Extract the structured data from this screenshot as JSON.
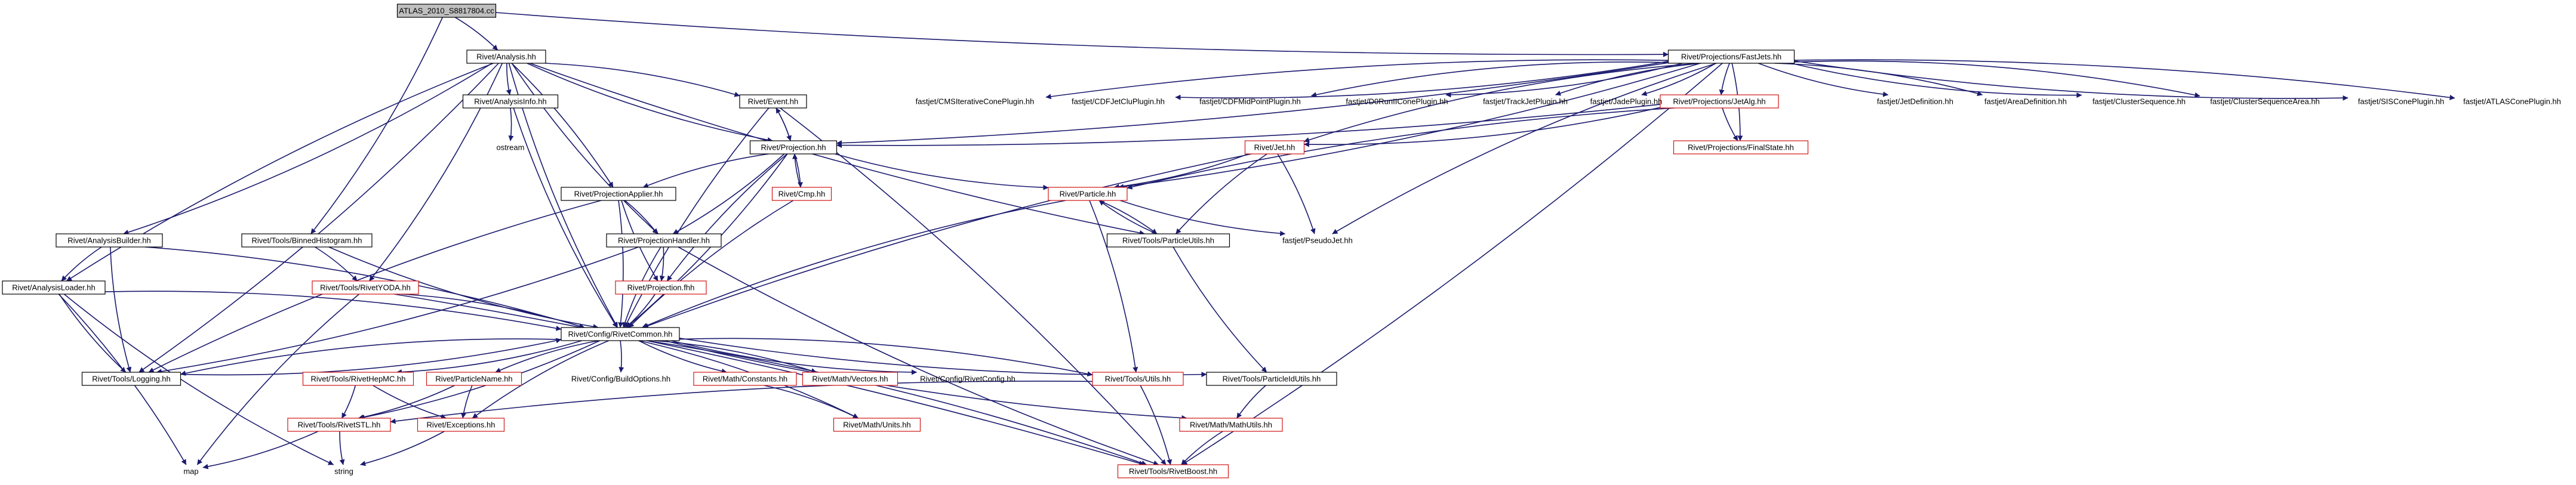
{
  "graph": {
    "nodes": [
      {
        "id": "root",
        "label": "ATLAS_2010_S8817804.cc",
        "style": "root"
      },
      {
        "id": "analysis",
        "label": "Rivet/Analysis.hh",
        "style": "black"
      },
      {
        "id": "fastjets",
        "label": "Rivet/Projections/FastJets.hh",
        "style": "black"
      },
      {
        "id": "analysisinfo",
        "label": "Rivet/AnalysisInfo.hh",
        "style": "black"
      },
      {
        "id": "ostream",
        "label": "ostream",
        "style": "plain"
      },
      {
        "id": "event",
        "label": "Rivet/Event.hh",
        "style": "black"
      },
      {
        "id": "projection",
        "label": "Rivet/Projection.hh",
        "style": "black"
      },
      {
        "id": "cmp",
        "label": "Rivet/Cmp.hh",
        "style": "red"
      },
      {
        "id": "projapplier",
        "label": "Rivet/ProjectionApplier.hh",
        "style": "black"
      },
      {
        "id": "projhandler",
        "label": "Rivet/ProjectionHandler.hh",
        "style": "black"
      },
      {
        "id": "projfhh",
        "label": "Rivet/Projection.fhh",
        "style": "red"
      },
      {
        "id": "analysisbuilder",
        "label": "Rivet/AnalysisBuilder.hh",
        "style": "black"
      },
      {
        "id": "binnedhisto",
        "label": "Rivet/Tools/BinnedHistogram.hh",
        "style": "black"
      },
      {
        "id": "analysisloader",
        "label": "Rivet/AnalysisLoader.hh",
        "style": "black"
      },
      {
        "id": "rivetyoda",
        "label": "Rivet/Tools/RivetYODA.hh",
        "style": "red"
      },
      {
        "id": "rivetcommon",
        "label": "Rivet/Config/RivetCommon.hh",
        "style": "black"
      },
      {
        "id": "logging",
        "label": "Rivet/Tools/Logging.hh",
        "style": "black"
      },
      {
        "id": "rivethepmc",
        "label": "Rivet/Tools/RivetHepMC.hh",
        "style": "red"
      },
      {
        "id": "particlename",
        "label": "Rivet/ParticleName.hh",
        "style": "red"
      },
      {
        "id": "buildoptions",
        "label": "Rivet/Config/BuildOptions.hh",
        "style": "plain"
      },
      {
        "id": "mathconstants",
        "label": "Rivet/Math/Constants.hh",
        "style": "red"
      },
      {
        "id": "mathvectors",
        "label": "Rivet/Math/Vectors.hh",
        "style": "red"
      },
      {
        "id": "rivetconfig",
        "label": "Rivet/Config/RivetConfig.hh",
        "style": "plain"
      },
      {
        "id": "toolsutils",
        "label": "Rivet/Tools/Utils.hh",
        "style": "red"
      },
      {
        "id": "particleidutils",
        "label": "Rivet/Tools/ParticleIdUtils.hh",
        "style": "black"
      },
      {
        "id": "rivetstl",
        "label": "Rivet/Tools/RivetSTL.hh",
        "style": "red"
      },
      {
        "id": "exceptions",
        "label": "Rivet/Exceptions.hh",
        "style": "red"
      },
      {
        "id": "mathunits",
        "label": "Rivet/Math/Units.hh",
        "style": "red"
      },
      {
        "id": "mathutils",
        "label": "Rivet/Math/MathUtils.hh",
        "style": "red"
      },
      {
        "id": "map",
        "label": "map",
        "style": "plain"
      },
      {
        "id": "string",
        "label": "string",
        "style": "plain"
      },
      {
        "id": "rivetboost",
        "label": "Rivet/Tools/RivetBoost.hh",
        "style": "red"
      },
      {
        "id": "particle",
        "label": "Rivet/Particle.hh",
        "style": "red"
      },
      {
        "id": "particleutils",
        "label": "Rivet/Tools/ParticleUtils.hh",
        "style": "black"
      },
      {
        "id": "pseudojet",
        "label": "fastjet/PseudoJet.hh",
        "style": "plain"
      },
      {
        "id": "jet",
        "label": "Rivet/Jet.hh",
        "style": "red"
      },
      {
        "id": "jetalg",
        "label": "Rivet/Projections/JetAlg.hh",
        "style": "red"
      },
      {
        "id": "finalstate",
        "label": "Rivet/Projections/FinalState.hh",
        "style": "red"
      },
      {
        "id": "cmsiter",
        "label": "fastjet/CMSIterativeConePlugin.hh",
        "style": "plain"
      },
      {
        "id": "cdfjetclu",
        "label": "fastjet/CDFJetCluPlugin.hh",
        "style": "plain"
      },
      {
        "id": "cdfmidpoint",
        "label": "fastjet/CDFMidPointPlugin.hh",
        "style": "plain"
      },
      {
        "id": "d0runii",
        "label": "fastjet/D0RunIIConePlugin.hh",
        "style": "plain"
      },
      {
        "id": "trackjet",
        "label": "fastjet/TrackJetPlugin.hh",
        "style": "plain"
      },
      {
        "id": "jade",
        "label": "fastjet/JadePlugin.hh",
        "style": "plain"
      },
      {
        "id": "jetdef",
        "label": "fastjet/JetDefinition.hh",
        "style": "plain"
      },
      {
        "id": "areadef",
        "label": "fastjet/AreaDefinition.hh",
        "style": "plain"
      },
      {
        "id": "clusterseq",
        "label": "fastjet/ClusterSequence.hh",
        "style": "plain"
      },
      {
        "id": "clusterseqarea",
        "label": "fastjet/ClusterSequenceArea.hh",
        "style": "plain"
      },
      {
        "id": "siscone",
        "label": "fastjet/SISConePlugin.hh",
        "style": "plain"
      },
      {
        "id": "atlascone",
        "label": "fastjet/ATLASConePlugin.hh",
        "style": "plain"
      }
    ],
    "edges": [
      [
        "root",
        "analysis"
      ],
      [
        "root",
        "fastjets"
      ],
      [
        "root",
        "binnedhisto"
      ],
      [
        "analysis",
        "analysisinfo"
      ],
      [
        "analysis",
        "event"
      ],
      [
        "analysis",
        "projection"
      ],
      [
        "analysis",
        "projapplier"
      ],
      [
        "analysis",
        "projhandler"
      ],
      [
        "analysis",
        "analysisbuilder"
      ],
      [
        "analysis",
        "analysisloader"
      ],
      [
        "analysis",
        "rivetyoda"
      ],
      [
        "analysis",
        "rivetcommon"
      ],
      [
        "analysis",
        "logging"
      ],
      [
        "analysis",
        "particleutils"
      ],
      [
        "analysisinfo",
        "ostream"
      ],
      [
        "analysisinfo",
        "rivetcommon"
      ],
      [
        "event",
        "projection"
      ],
      [
        "event",
        "rivetcommon"
      ],
      [
        "event",
        "rivetboost"
      ],
      [
        "projection",
        "event"
      ],
      [
        "projection",
        "cmp"
      ],
      [
        "projection",
        "projapplier"
      ],
      [
        "projection",
        "projhandler"
      ],
      [
        "projection",
        "projfhh"
      ],
      [
        "projection",
        "rivetcommon"
      ],
      [
        "projection",
        "particle"
      ],
      [
        "cmp",
        "projection"
      ],
      [
        "cmp",
        "rivetcommon"
      ],
      [
        "projapplier",
        "projhandler"
      ],
      [
        "projapplier",
        "projfhh"
      ],
      [
        "projapplier",
        "rivetcommon"
      ],
      [
        "projapplier",
        "logging"
      ],
      [
        "projhandler",
        "projfhh"
      ],
      [
        "projhandler",
        "rivetcommon"
      ],
      [
        "projhandler",
        "logging"
      ],
      [
        "projhandler",
        "rivetboost"
      ],
      [
        "projfhh",
        "rivetcommon"
      ],
      [
        "analysisbuilder",
        "analysisloader"
      ],
      [
        "analysisbuilder",
        "rivetcommon"
      ],
      [
        "analysisbuilder",
        "logging"
      ],
      [
        "binnedhisto",
        "rivetyoda"
      ],
      [
        "binnedhisto",
        "rivetcommon"
      ],
      [
        "analysisloader",
        "rivetcommon"
      ],
      [
        "analysisloader",
        "logging"
      ],
      [
        "analysisloader",
        "map"
      ],
      [
        "analysisloader",
        "string"
      ],
      [
        "rivetyoda",
        "rivetcommon"
      ],
      [
        "rivetyoda",
        "map"
      ],
      [
        "rivetyoda",
        "rivetboost"
      ],
      [
        "rivetcommon",
        "logging"
      ],
      [
        "rivetcommon",
        "rivethepmc"
      ],
      [
        "rivetcommon",
        "particlename"
      ],
      [
        "rivetcommon",
        "buildoptions"
      ],
      [
        "rivetcommon",
        "mathconstants"
      ],
      [
        "rivetcommon",
        "mathvectors"
      ],
      [
        "rivetcommon",
        "rivetconfig"
      ],
      [
        "rivetcommon",
        "toolsutils"
      ],
      [
        "rivetcommon",
        "particleidutils"
      ],
      [
        "rivetcommon",
        "rivetstl"
      ],
      [
        "rivetcommon",
        "exceptions"
      ],
      [
        "rivetcommon",
        "mathunits"
      ],
      [
        "rivetcommon",
        "mathutils"
      ],
      [
        "rivetcommon",
        "rivetboost"
      ],
      [
        "logging",
        "rivetcommon"
      ],
      [
        "rivethepmc",
        "rivetstl"
      ],
      [
        "rivethepmc",
        "exceptions"
      ],
      [
        "particlename",
        "rivetstl"
      ],
      [
        "particlename",
        "exceptions"
      ],
      [
        "mathconstants",
        "mathunits"
      ],
      [
        "toolsutils",
        "rivetstl"
      ],
      [
        "toolsutils",
        "rivetboost"
      ],
      [
        "particleidutils",
        "mathutils"
      ],
      [
        "rivetstl",
        "map"
      ],
      [
        "rivetstl",
        "string"
      ],
      [
        "exceptions",
        "string"
      ],
      [
        "mathutils",
        "rivetboost"
      ],
      [
        "particle",
        "particleutils"
      ],
      [
        "particle",
        "rivetcommon"
      ],
      [
        "particle",
        "toolsutils"
      ],
      [
        "particle",
        "pseudojet"
      ],
      [
        "particleutils",
        "particle"
      ],
      [
        "particleutils",
        "particleidutils"
      ],
      [
        "jet",
        "particle"
      ],
      [
        "jet",
        "particleutils"
      ],
      [
        "jet",
        "pseudojet"
      ],
      [
        "jet",
        "rivetcommon"
      ],
      [
        "jetalg",
        "projection"
      ],
      [
        "jetalg",
        "finalstate"
      ],
      [
        "jetalg",
        "jet"
      ],
      [
        "jetalg",
        "particle"
      ],
      [
        "fastjets",
        "projection"
      ],
      [
        "fastjets",
        "jetalg"
      ],
      [
        "fastjets",
        "finalstate"
      ],
      [
        "fastjets",
        "jet"
      ],
      [
        "fastjets",
        "particle"
      ],
      [
        "fastjets",
        "pseudojet"
      ],
      [
        "fastjets",
        "rivetboost"
      ],
      [
        "fastjets",
        "cmsiter"
      ],
      [
        "fastjets",
        "cdfjetclu"
      ],
      [
        "fastjets",
        "cdfmidpoint"
      ],
      [
        "fastjets",
        "d0runii"
      ],
      [
        "fastjets",
        "trackjet"
      ],
      [
        "fastjets",
        "jade"
      ],
      [
        "fastjets",
        "jetdef"
      ],
      [
        "fastjets",
        "areadef"
      ],
      [
        "fastjets",
        "clusterseq"
      ],
      [
        "fastjets",
        "clusterseqarea"
      ],
      [
        "fastjets",
        "siscone"
      ],
      [
        "fastjets",
        "atlascone"
      ]
    ]
  },
  "colors": {
    "edge": "#1a1a6e",
    "root_fill": "#bfbfbf",
    "red_border": "#d11515",
    "black_border": "#000000"
  }
}
